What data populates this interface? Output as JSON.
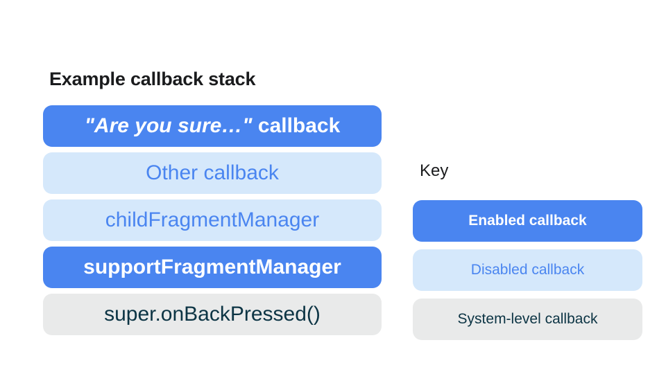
{
  "stack_section": {
    "title": "Example callback stack",
    "boxes": [
      {
        "label_italic": "\"Are you sure…\"",
        "label_rest": " callback",
        "state": "enabled"
      },
      {
        "label": "Other callback",
        "state": "disabled"
      },
      {
        "label": "childFragmentManager",
        "state": "disabled"
      },
      {
        "label": "supportFragmentManager",
        "state": "enabled"
      },
      {
        "label": "super.onBackPressed()",
        "state": "system"
      }
    ]
  },
  "key_section": {
    "title": "Key",
    "items": [
      {
        "label": "Enabled callback",
        "state": "enabled"
      },
      {
        "label": "Disabled callback",
        "state": "disabled"
      },
      {
        "label": "System-level callback",
        "state": "system"
      }
    ]
  },
  "colors": {
    "enabled_bg": "#4a85f0",
    "enabled_text": "#ffffff",
    "disabled_bg": "#d5e8fb",
    "disabled_text": "#4a85f0",
    "system_bg": "#e9eaea",
    "system_text": "#0c3444",
    "heading_text": "#1a1b1d"
  }
}
